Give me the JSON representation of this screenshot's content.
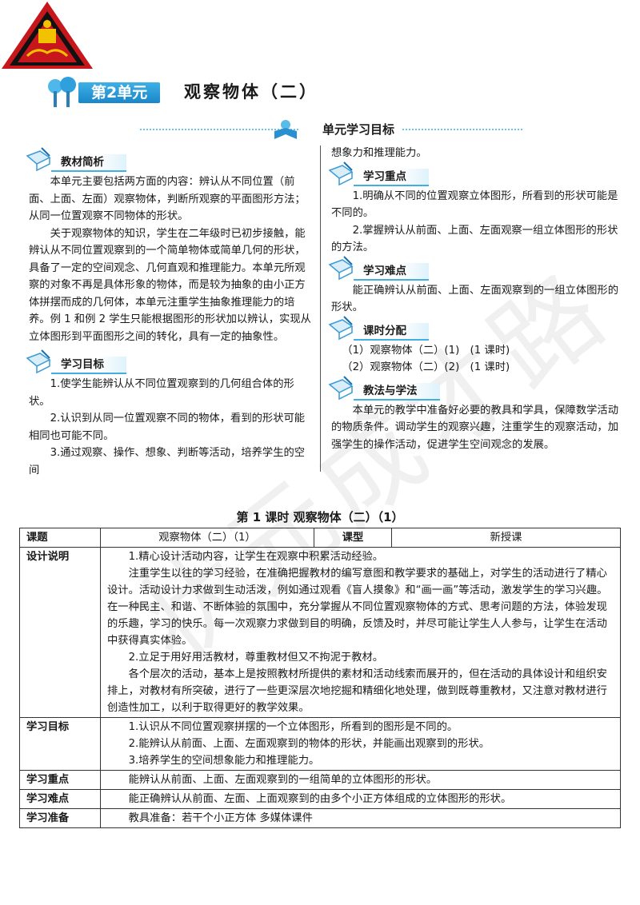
{
  "unit": {
    "badge": "第2单元",
    "title": "观察物体（二）",
    "goal_banner": "单元学习目标"
  },
  "left_col": {
    "s1_title": "教材简析",
    "s1_p1": "本单元主要包括两方面的内容：辨认从不同位置（前面、上面、左面）观察物体，判断所观察的平面图形方法；从同一位置观察不同物体的形状。",
    "s1_p2": "关于观察物体的知识，学生在二年级时已初步接触，能辨认从不同位置观察到的一个简单物体或简单几何的形状，具备了一定的空间观念、几何直观和推理能力。本单元所观察的对象不再是具体形象的物体，而是较为抽象的由小正方体拼摆而成的几何体，本单元注重学生抽象推理能力的培养。例 1 和例 2 学生只能根据图形的形状加以辨认，实现从立体图形到平面图形之间的转化，具有一定的抽象性。",
    "s2_title": "学习目标",
    "s2_p1": "1.使学生能辨认从不同位置观察到的几何组合体的形状。",
    "s2_p2": "2.认识到从同一位置观察不同的物体，看到的形状可能相同也可能不同。",
    "s2_p3": "3.通过观察、操作、想象、判断等活动，培养学生的空间"
  },
  "right_col": {
    "cont": "想象力和推理能力。",
    "s3_title": "学习重点",
    "s3_p1": "1.明确从不同的位置观察立体图形，所看到的形状可能是不同的。",
    "s3_p2": "2.掌握辨认从前面、上面、左面观察一组立体图形的形状的方法。",
    "s4_title": "学习难点",
    "s4_p1": "能正确辨认从前面、上面、左面观察到的一组立体图形的形状。",
    "s5_title": "课时分配",
    "s5_p1": "（1）观察物体（二）(1)　(1 课时)",
    "s5_p2": "（2）观察物体（二）(2)　(1 课时)",
    "s6_title": "教法与学法",
    "s6_p1": "本单元的教学中准备好必要的教具和学具，保障数学活动的物质条件。调动学生的观察兴趣，注重学生的观察活动，加强学生的操作活动，促进学生空间观念的发展。"
  },
  "watermark": "状元成才路",
  "lesson": {
    "title": "第 1 课时  观察物体（二）（1）",
    "r1_h": "课题",
    "r1_v": "观察物体（二）（1）",
    "r1_h2": "课型",
    "r1_v2": "新授课",
    "r2_h": "设计说明",
    "r2_p1": "1.精心设计活动内容，让学生在观察中积累活动经验。",
    "r2_p2": "注重学生以往的学习经验，在准确把握教材的编写意图和教学要求的基础上，对学生的活动进行了精心设计。活动设计力求做到生动活泼，例如通过观看《盲人摸象》和“画一画”等活动，激发学生的学习兴趣。在一种民主、和谐、不断体验的氛围中，充分掌握从不同位置观察物体的方式、思考问题的方法，体验发现的乐趣，学习的快乐。每一次观察力求做到目的明确，反馈及时，并尽可能让学生人人参与，让学生在活动中获得真实体验。",
    "r2_p3": "2.立足于用好用活教材，尊重教材但又不拘泥于教材。",
    "r2_p4": "各个层次的活动，基本上是按照教材所提供的素材和活动线索而展开的，但在活动的具体设计和组织安排上，对教材有所突破，进行了一些更深层次地挖掘和精细化地处理，做到既尊重教材，又注意对教材进行创造性加工，以利于取得更好的教学效果。",
    "r3_h": "学习目标",
    "r3_p1": "1.认识从不同位置观察拼摆的一个立体图形，所看到的图形是不同的。",
    "r3_p2": "2.能辨认从前面、上面、左面观察到的物体的形状，并能画出观察到的形状。",
    "r3_p3": "3.培养学生的空间想象能力和推理能力。",
    "r4_h": "学习重点",
    "r4_v": "能辨认从前面、上面、左面观察到的一组简单的立体图形的形状。",
    "r5_h": "学习难点",
    "r5_v": "能正确辨认从前面、左面、上面观察到的由多个小正方体组成的立体图形的形状。",
    "r6_h": "学习准备",
    "r6_v": "教具准备：若干个小正方体  多媒体课件"
  }
}
